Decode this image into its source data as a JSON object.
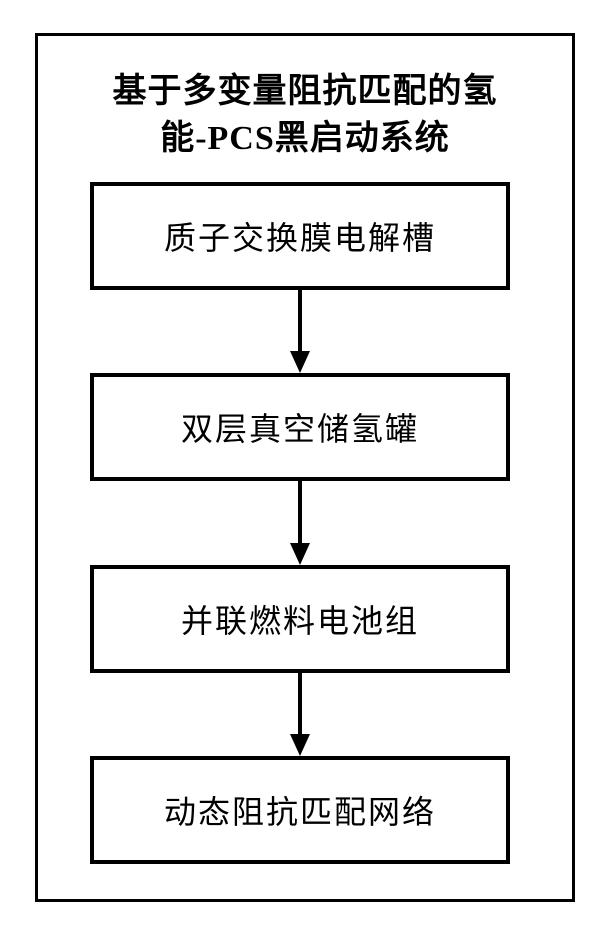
{
  "diagram": {
    "title_line1": "基于多变量阻抗匹配的氢",
    "title_line2": "能-PCS黑启动系统",
    "nodes": [
      {
        "id": "pem-electrolyzer",
        "label": "质子交换膜电解槽"
      },
      {
        "id": "vacuum-hydrogen-tank",
        "label": "双层真空储氢罐"
      },
      {
        "id": "parallel-fuel-cell-stack",
        "label": "并联燃料电池组"
      },
      {
        "id": "dynamic-impedance-matching-network",
        "label": "动态阻抗匹配网络"
      }
    ],
    "flow": [
      {
        "from": "pem-electrolyzer",
        "to": "vacuum-hydrogen-tank"
      },
      {
        "from": "vacuum-hydrogen-tank",
        "to": "parallel-fuel-cell-stack"
      },
      {
        "from": "parallel-fuel-cell-stack",
        "to": "dynamic-impedance-matching-network"
      }
    ],
    "colors": {
      "line": "#000000",
      "text": "#000000",
      "background": "#ffffff"
    }
  }
}
